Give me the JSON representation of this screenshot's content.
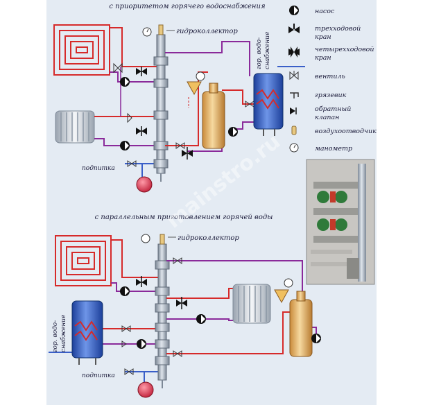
{
  "diagram": {
    "title_top": "с приоритетом горячего водоснабжения",
    "title_bottom": "с параллельным приготовлением горячей воды",
    "label_manifold": "гидроколлектор",
    "label_makeup": "подпитка",
    "label_dhw_line1": "гор. водо-",
    "label_dhw_line2": "снабжение",
    "watermark": "mainstro.ru"
  },
  "legend": [
    {
      "icon": "pump-icon",
      "lines": [
        "насос"
      ]
    },
    {
      "icon": "three-way-valve-icon",
      "lines": [
        "трехходовой",
        "кран"
      ]
    },
    {
      "icon": "four-way-valve-icon",
      "lines": [
        "четырехходовой",
        "кран"
      ]
    },
    {
      "icon": "gate-valve-icon",
      "lines": [
        "вентиль"
      ]
    },
    {
      "icon": "strainer-icon",
      "lines": [
        "грязевик"
      ]
    },
    {
      "icon": "check-valve-icon",
      "lines": [
        "обратный",
        "клапан"
      ]
    },
    {
      "icon": "air-vent-icon",
      "lines": [
        "воздухоотводчик"
      ]
    },
    {
      "icon": "manometer-icon",
      "lines": [
        "манометр"
      ]
    }
  ],
  "colors": {
    "hot_pipe": "#d62a2a",
    "return_pipe": "#8a2a9a",
    "cold_pipe": "#3a5fc8",
    "metal": "#9aa6b4",
    "boiler": "#e8b86a",
    "tank": "#2a58c8",
    "panel_bg": "#e4ebf3"
  }
}
